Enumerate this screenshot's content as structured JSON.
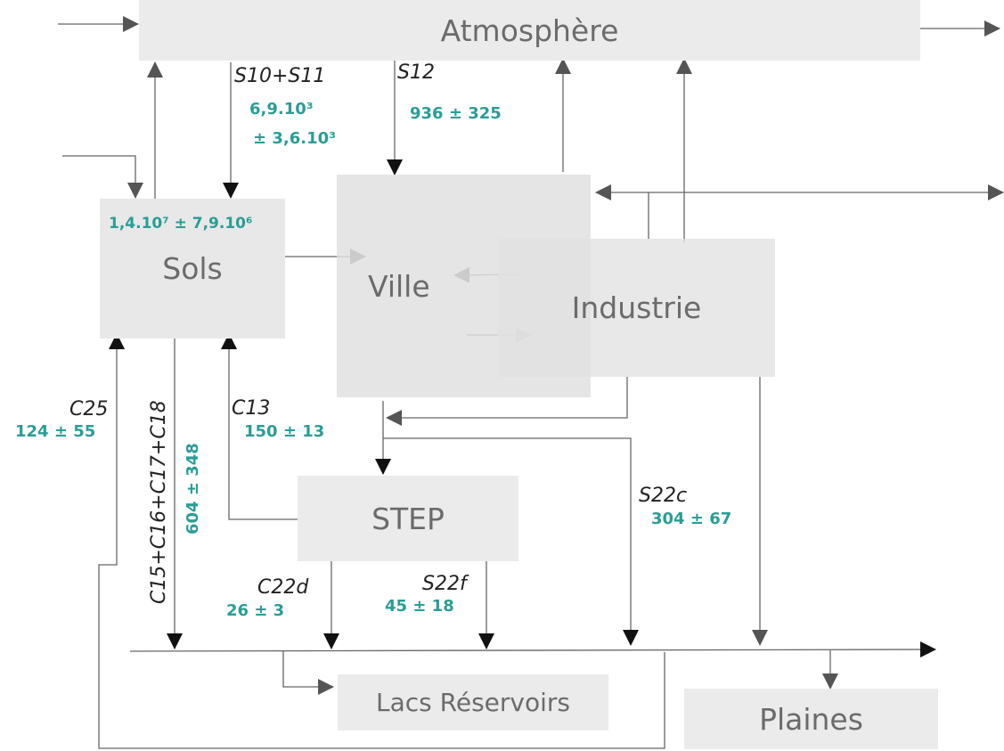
{
  "nodes": {
    "atmosphere": "Atmosphère",
    "sols": "Sols",
    "ville": "Ville",
    "industrie": "Industrie",
    "step": "STEP",
    "lacs": "Lacs Réservoirs",
    "plaines": "Plaines"
  },
  "flows": {
    "s10_s11": {
      "label": "S10+S11",
      "value_line1": "6,9.10³",
      "value_line2": "± 3,6.10³"
    },
    "s12": {
      "label": "S12",
      "value": "936 ± 325"
    },
    "sols_stock": {
      "value": "1,4.10⁷ ± 7,9.10⁶"
    },
    "c25": {
      "label": "C25",
      "value": "124 ± 55"
    },
    "c15_c18": {
      "label": "C15+C16+C17+C18",
      "value": "604 ± 348"
    },
    "c13": {
      "label": "C13",
      "value": "150 ± 13"
    },
    "s22c": {
      "label": "S22c",
      "value": "304 ± 67"
    },
    "c22d": {
      "label": "C22d",
      "value": "26 ± 3"
    },
    "s22f": {
      "label": "S22f",
      "value": "45 ± 18"
    }
  },
  "colors": {
    "box_fill": "#ebebeb",
    "box_text": "#6b6b6b",
    "value_teal": "#2a9d96",
    "label_black": "#222222",
    "arrow_gray": "#666666"
  }
}
